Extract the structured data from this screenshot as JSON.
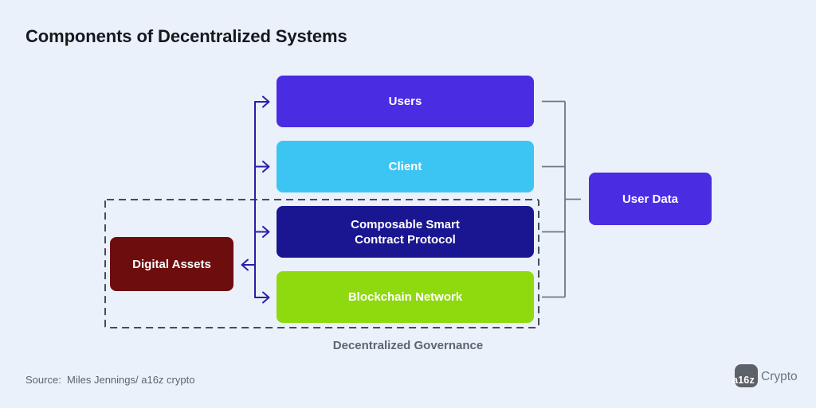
{
  "title": "Components of Decentralized Systems",
  "diagram": {
    "boxes": {
      "users": {
        "label": "Users",
        "color": "#4A2CE2"
      },
      "client": {
        "label": "Client",
        "color": "#3CC5F3"
      },
      "protocol": {
        "label_line1": "Composable Smart",
        "label_line2": "Contract Protocol",
        "color": "#1A1691"
      },
      "network": {
        "label": "Blockchain Network",
        "color": "#8FD90F"
      },
      "digital_assets": {
        "label": "Digital Assets",
        "color": "#6E0D0D"
      },
      "user_data": {
        "label": "User Data",
        "color": "#4A2CE2"
      }
    },
    "governance_label": "Decentralized Governance",
    "colors": {
      "background": "#EAF1FA",
      "flow_arrows": "#2A1FA6",
      "bracket_lines": "#6E7781",
      "dashed_border": "#454C54",
      "caption_text": "#5C6570",
      "logo_badge": "#5D6269"
    }
  },
  "footer": {
    "source": "Source:  Miles Jennings/ a16z crypto",
    "logo": {
      "badge": "a16z",
      "wordmark": "Crypto"
    }
  }
}
